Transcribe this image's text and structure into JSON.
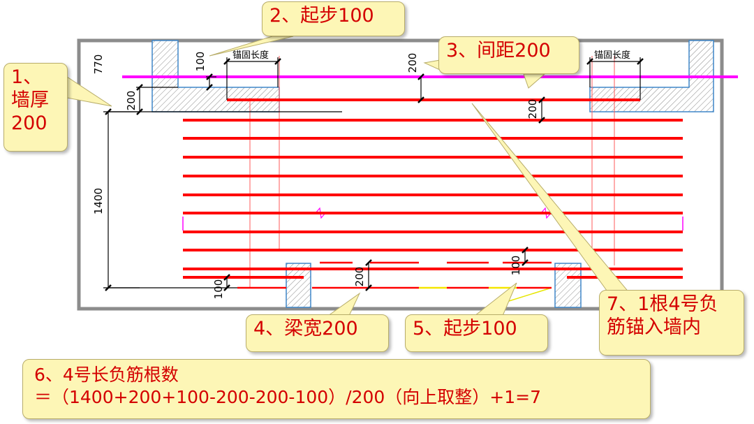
{
  "drawing": {
    "dimensions": {
      "top_770": "770",
      "wall_200": "200",
      "start_100_top": "100",
      "spacing_200": "200",
      "right_200": "200",
      "span_1400": "1400",
      "bottom_100_left": "100",
      "beam_200": "200",
      "start_100_bottom": "100"
    },
    "anchor_labels": {
      "left": "锚固长度",
      "right": "锚固长度"
    },
    "colors": {
      "rebar_red": "#ff0000",
      "magenta_bar": "#ff00ff",
      "wall_hatch": "#7f7f7f",
      "wall_outline": "#3f86c8",
      "callout_fill": "#fdf6b6",
      "callout_text": "#d40000"
    }
  },
  "callouts": {
    "c1": {
      "num": "1、",
      "line1": "墙厚",
      "line2": "200"
    },
    "c2": "2、起步100",
    "c3": "3、间距200",
    "c4": "4、梁宽200",
    "c5": "5、起步100",
    "c7": {
      "line1": "7、1根4号负",
      "line2": "筋锚入墙内"
    },
    "c6": {
      "line1": "6、4号长负筋根数",
      "line2": "＝（1400+200+100-200-200-100）/200（向上取整）+1=7"
    }
  }
}
